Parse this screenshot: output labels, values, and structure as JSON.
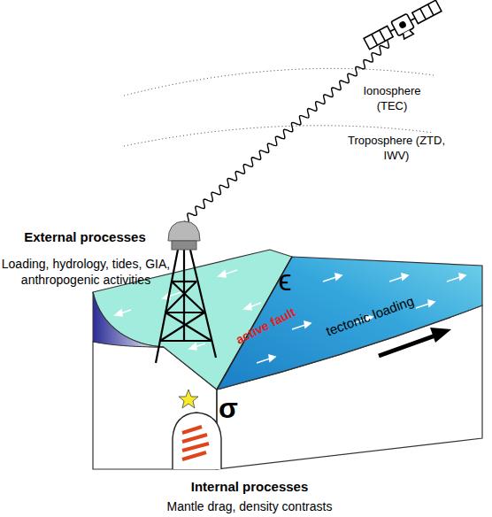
{
  "diagram": {
    "labels": [
      "Ionosphere (TEC)",
      "Troposphere (ZTD, IWV)",
      "External processes",
      "Loading, hydrology, tides, GIA, anthropogenic activities",
      "ϵ",
      "active fault",
      "tectonic loading",
      "σ",
      "Internal processes",
      "Mantle drag, density contrasts"
    ]
  }
}
